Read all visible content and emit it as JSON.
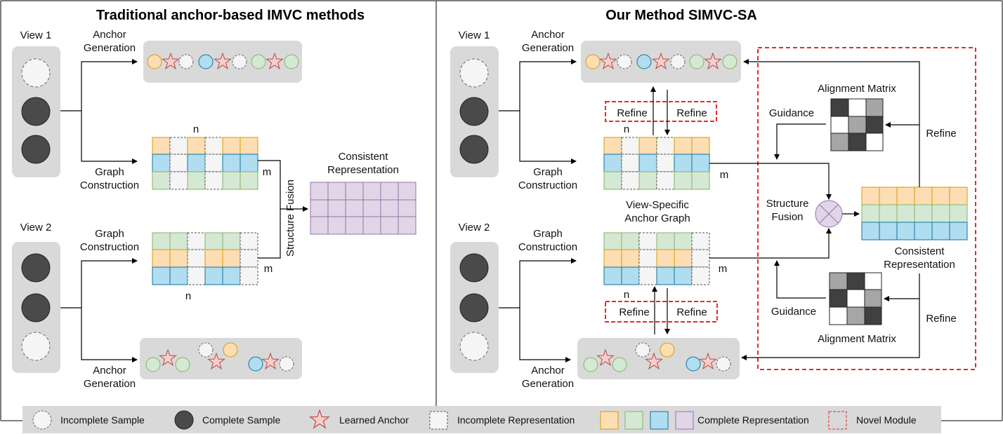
{
  "left_panel": {
    "title": "Traditional anchor-based IMVC methods",
    "view1": "View 1",
    "view2": "View 2",
    "anchor_gen_1": [
      "Anchor",
      "Generation"
    ],
    "graph_con_1": [
      "Graph",
      "Construction"
    ],
    "graph_con_2": [
      "Graph",
      "Construction"
    ],
    "anchor_gen_2": [
      "Anchor",
      "Generation"
    ],
    "n_label": "n",
    "m_label": "m",
    "structure_fusion": "Structure Fusion",
    "consistent_rep": [
      "Consistent",
      "Representation"
    ]
  },
  "right_panel": {
    "title": "Our Method SIMVC-SA",
    "view1": "View 1",
    "view2": "View 2",
    "anchor_gen_1": [
      "Anchor",
      "Generation"
    ],
    "graph_con_1": [
      "Graph",
      "Construction"
    ],
    "graph_con_2": [
      "Graph",
      "Construction"
    ],
    "anchor_gen_2": [
      "Anchor",
      "Generation"
    ],
    "refine": "Refine",
    "n_label": "n",
    "m_label": "m",
    "view_specific_graph": [
      "View-Specific",
      "Anchor Graph"
    ],
    "alignment_matrix": "Alignment Matrix",
    "guidance": "Guidance",
    "structure_fusion": [
      "Structure",
      "Fusion"
    ],
    "consistent_rep": [
      "Consistent",
      "Representation"
    ]
  },
  "legend": {
    "incomplete_sample": "Incomplete Sample",
    "complete_sample": "Complete Sample",
    "learned_anchor": "Learned Anchor",
    "incomplete_representation": "Incomplete Representation",
    "complete_representation": "Complete Representation",
    "novel_module": "Novel Module"
  },
  "colors": {
    "orange": "#fdddb3",
    "orange_stroke": "#d79b00",
    "green": "#d5e8d4",
    "green_stroke": "#82b366",
    "blue": "#b1ddf0",
    "blue_stroke": "#10739e",
    "purple": "#e1d5e7",
    "purple_stroke": "#9673a6",
    "gray_box": "#d9d9d9",
    "dark_sample": "#4a4a4a",
    "star_fill": "#f8cecc",
    "star_stroke": "#b85450",
    "novel_red": "#e52a2a"
  }
}
